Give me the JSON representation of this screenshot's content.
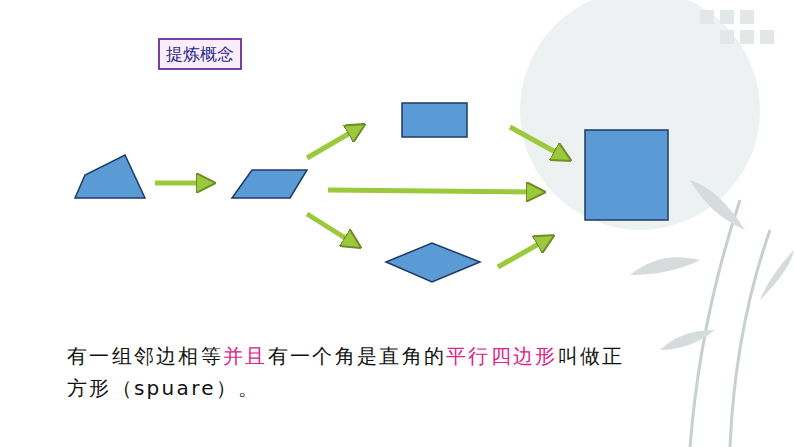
{
  "diagram": {
    "title": "提炼概念",
    "labels": [
      "有一组邻边相等",
      "并且",
      "有一个角是直角的",
      "平行四边形",
      "叫做正方形（spuare）。"
    ]
  }
}
